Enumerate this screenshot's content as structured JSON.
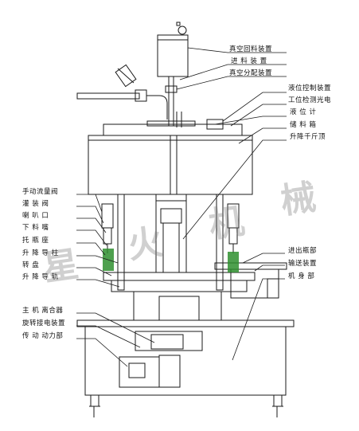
{
  "labels_right": [
    "真空回料装置",
    "进 料 装 置",
    "真空分配装置",
    "液位控制装置",
    "工位检测光电",
    "液 位 计",
    "储 料 箱",
    "升降千斤顶",
    "进出瓶部",
    "输送装置",
    "机 身 部"
  ],
  "labels_left": [
    "手动流量阀",
    "灌 装 阀",
    "喇 叭 口",
    "下 料 嘴",
    "托 瓶 座",
    "升 降 导 柱",
    "转 盘",
    "升 降 导 轨",
    "主 机 离合器",
    "旋转接电装置",
    "传 动 动力部"
  ],
  "watermark": [
    "星",
    "火",
    "机",
    "械"
  ],
  "colors": {
    "line": "#1a1a1a",
    "glass": "#2f8f2f",
    "bg": "#ffffff"
  }
}
